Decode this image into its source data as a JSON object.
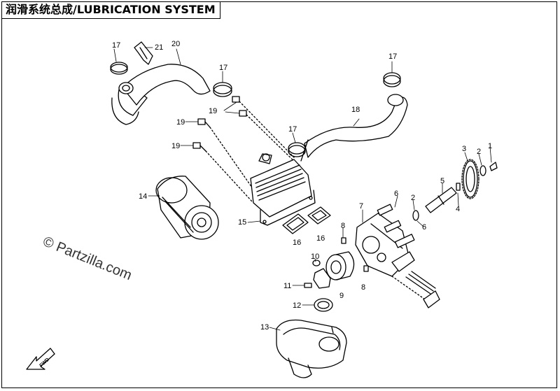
{
  "title": "润滑系统总成/LUBRICATION SYSTEM",
  "watermark": "© Partzilla.com",
  "fwd_label": "FWD",
  "callouts": {
    "c1": "1",
    "c2a": "2",
    "c2b": "2",
    "c3": "3",
    "c4": "4",
    "c5": "5",
    "c6a": "6",
    "c6b": "6",
    "c7": "7",
    "c8a": "8",
    "c8b": "8",
    "c9": "9",
    "c10": "10",
    "c11": "11",
    "c12": "12",
    "c13": "13",
    "c14": "14",
    "c15": "15",
    "c16a": "16",
    "c16b": "16",
    "c17a": "17",
    "c17b": "17",
    "c17c": "17",
    "c17d": "17",
    "c18": "18",
    "c19a": "19",
    "c19b": "19",
    "c19c": "19",
    "c20": "20",
    "c21": "21"
  }
}
